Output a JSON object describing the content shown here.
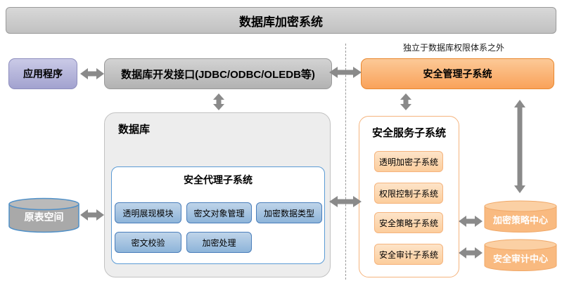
{
  "banner": {
    "title": "数据库加密系统"
  },
  "note": "独立于数据库权限体系之外",
  "top_row": {
    "application": "应用程序",
    "interface": "数据库开发接口(JDBC/ODBC/OLEDB等)",
    "management": "安全管理子系统"
  },
  "database": {
    "label": "数据库",
    "agent": {
      "title": "安全代理子系统",
      "modules": [
        "透明展现模块",
        "密文对象管理",
        "加密数据类型",
        "密文校验",
        "加密处理"
      ]
    }
  },
  "table_space": "原表空间",
  "service": {
    "title": "安全服务子系统",
    "subsystems": [
      "透明加密子系统",
      "权限控制子系统",
      "安全策略子系统",
      "安全审计子系统"
    ]
  },
  "centers": {
    "policy": "加密策略中心",
    "audit": "安全审计中心"
  },
  "colors": {
    "banner_gray": "#c8c8c8",
    "application_purple": "#aeaed6",
    "interface_gray": "#c0c0c0",
    "management_orange": "#faa85f",
    "database_panel_gray": "#ededed",
    "agent_border_blue": "#5b9bd5",
    "module_blue": "#a5c4e2",
    "service_border_orange": "#f5b47e",
    "subsystem_orange": "#fdd9b0",
    "cylinder_gray": "#a9a9a9",
    "cylinder_gray_stroke": "#4f90c8",
    "cylinder_orange": "#f9ba80",
    "arrow_gray": "#8a8a8a"
  }
}
